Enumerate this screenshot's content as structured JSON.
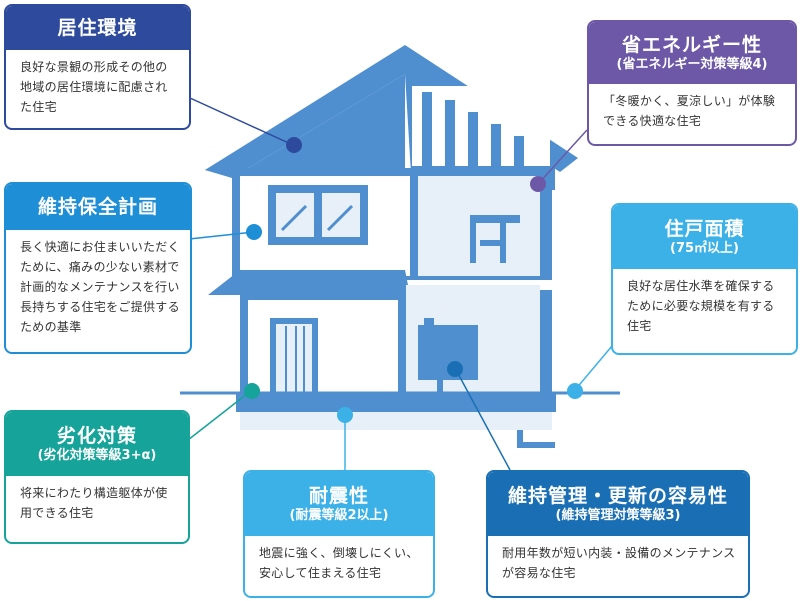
{
  "cards": {
    "living_environment": {
      "title": "居住環境",
      "body": "良好な景観の形成その他の地域の居住環境に配慮された住宅"
    },
    "energy_saving": {
      "title": "省エネルギー性",
      "subtitle": "(省エネルギー対策等級4)",
      "body": "「冬暖かく、夏涼しい」が体験できる快適な住宅"
    },
    "maintenance_plan": {
      "title": "維持保全計画",
      "body": "長く快適にお住まいいただくために、痛みの少ない素材で計画的なメンテナンスを行い長持ちする住宅をご提供するための基準"
    },
    "floor_area": {
      "title": "住戸面積",
      "subtitle": "(75㎡以上)",
      "body": "良好な居住水準を確保するために必要な規模を有する住宅"
    },
    "deterioration": {
      "title": "劣化対策",
      "subtitle": "(劣化対策等級3+α)",
      "body": "将来にわたり構造躯体が使用できる住宅"
    },
    "earthquake": {
      "title": "耐震性",
      "subtitle": "(耐震等級2以上)",
      "body": "地震に強く、倒壊しにくい、安心して住まえる住宅"
    },
    "maintenance_update": {
      "title": "維持管理・更新の容易性",
      "subtitle": "(維持管理対策等級3)",
      "body": "耐用年数が短い内装・設備のメンテナンスが容易な住宅"
    }
  },
  "colors": {
    "house_main": "#4f8fd0",
    "house_light": "#e7eff8",
    "navy": "#2e4a9c",
    "purple": "#6c58a6",
    "blue": "#1e8fd6",
    "teal": "#15a39a",
    "sky": "#3cb1e8",
    "dark_blue": "#1a6fb4"
  }
}
